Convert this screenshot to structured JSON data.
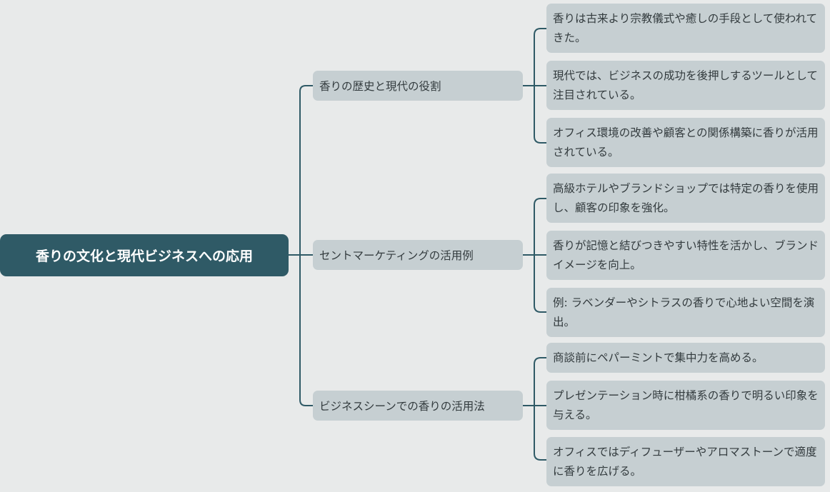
{
  "root": {
    "label": "香りの文化と現代ビジネスへの応用"
  },
  "branches": [
    {
      "label": "香りの歴史と現代の役割",
      "leaves": [
        "香りは古来より宗教儀式や癒しの手段として使われてきた。",
        "現代では、ビジネスの成功を後押しするツールとして注目されている。",
        "オフィス環境の改善や顧客との関係構築に香りが活用されている。"
      ]
    },
    {
      "label": "セントマーケティングの活用例",
      "leaves": [
        "高級ホテルやブランドショップでは特定の香りを使用し、顧客の印象を強化。",
        "香りが記憶と結びつきやすい特性を活かし、ブランドイメージを向上。",
        "例: ラベンダーやシトラスの香りで心地よい空間を演出。"
      ]
    },
    {
      "label": "ビジネスシーンでの香りの活用法",
      "leaves": [
        "商談前にペパーミントで集中力を高める。",
        "プレゼンテーション時に柑橘系の香りで明るい印象を与える。",
        "オフィスではディフューザーやアロマストーンで適度に香りを広げる。"
      ]
    }
  ],
  "colors": {
    "background": "#e8eaea",
    "root_fill": "#2f5a66",
    "node_fill": "#c6cfd2",
    "connector": "#2f5a66",
    "text": "#333b3e"
  }
}
